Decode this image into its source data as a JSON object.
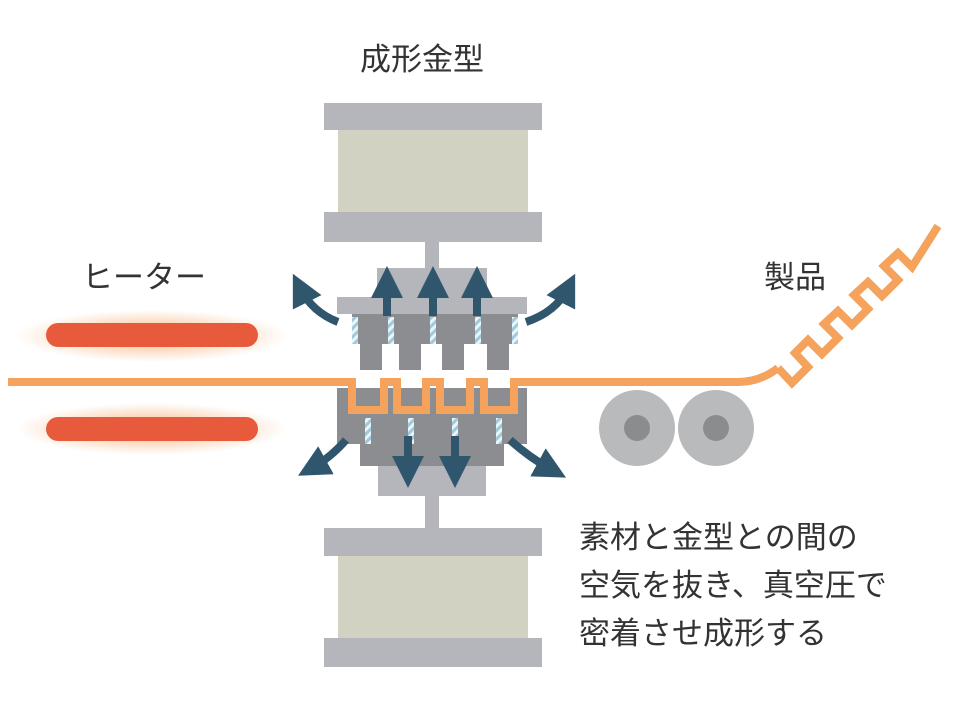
{
  "labels": {
    "title": "成形金型",
    "heater": "ヒーター",
    "product": "製品",
    "caption": [
      "素材と金型との間の",
      "空気を抜き、真空圧で",
      "密着させ成形する"
    ]
  },
  "colors": {
    "frame": "#b5b6bb",
    "frame_fill": "#d2d2c3",
    "die": "#8c8d90",
    "heater": "#e85a3c",
    "heater_glow": "#f5a04a",
    "sheet": "#f4a25c",
    "arrow": "#30566d",
    "vent": "#cfe5ee",
    "roller": "#b9babc",
    "roller_hub": "#8b8c8e"
  }
}
